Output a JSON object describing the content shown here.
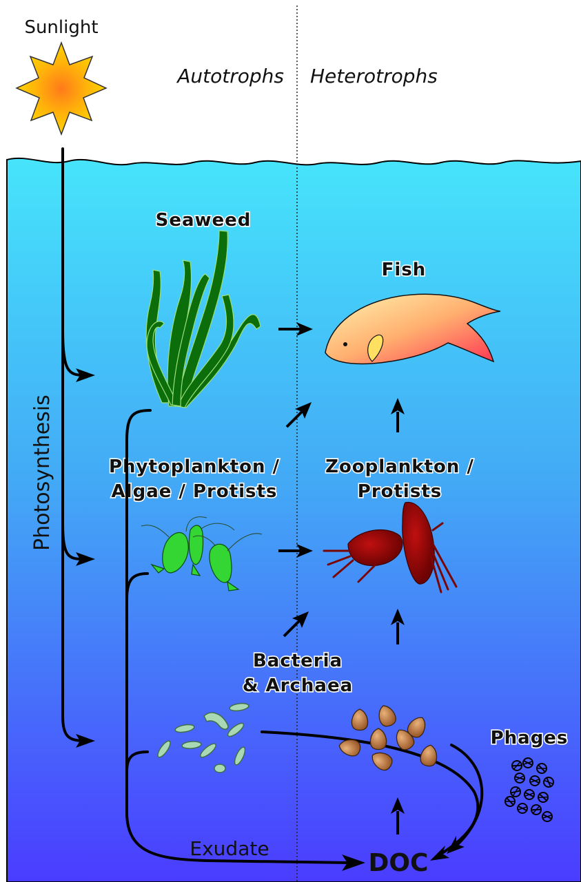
{
  "labels": {
    "sunlight": "Sunlight",
    "autotrophs": "Autotrophs",
    "heterotrophs": "Heterotrophs",
    "photosynthesis": "Photosynthesis",
    "seaweed": "Seaweed",
    "fish": "Fish",
    "phyto_line1": "Phytoplankton /",
    "phyto_line2": "Algae / Protists",
    "zoo_line1": "Zooplankton /",
    "zoo_line2": "Protists",
    "bacteria_line1": "Bacteria",
    "bacteria_line2": "& Archaea",
    "phages": "Phages",
    "exudate": "Exudate",
    "doc": "DOC"
  },
  "colors": {
    "water_top": "#46e4fb",
    "water_bottom": "#4a3cff",
    "seaweed": "#0b6e0b",
    "algae": "#33d633",
    "zooplankton": "#a00808",
    "bacteria": "#a9d8b4",
    "archaea": "#b77a45",
    "arrow": "#000000"
  },
  "icons": {
    "sun": "sun-icon",
    "seaweed": "seaweed-icon",
    "fish": "fish-icon",
    "phytoplankton": "phytoplankton-icon",
    "zooplankton": "zooplankton-icon",
    "bacteria": "bacteria-icon",
    "archaea": "archaea-icon",
    "phages": "phage-icon"
  }
}
